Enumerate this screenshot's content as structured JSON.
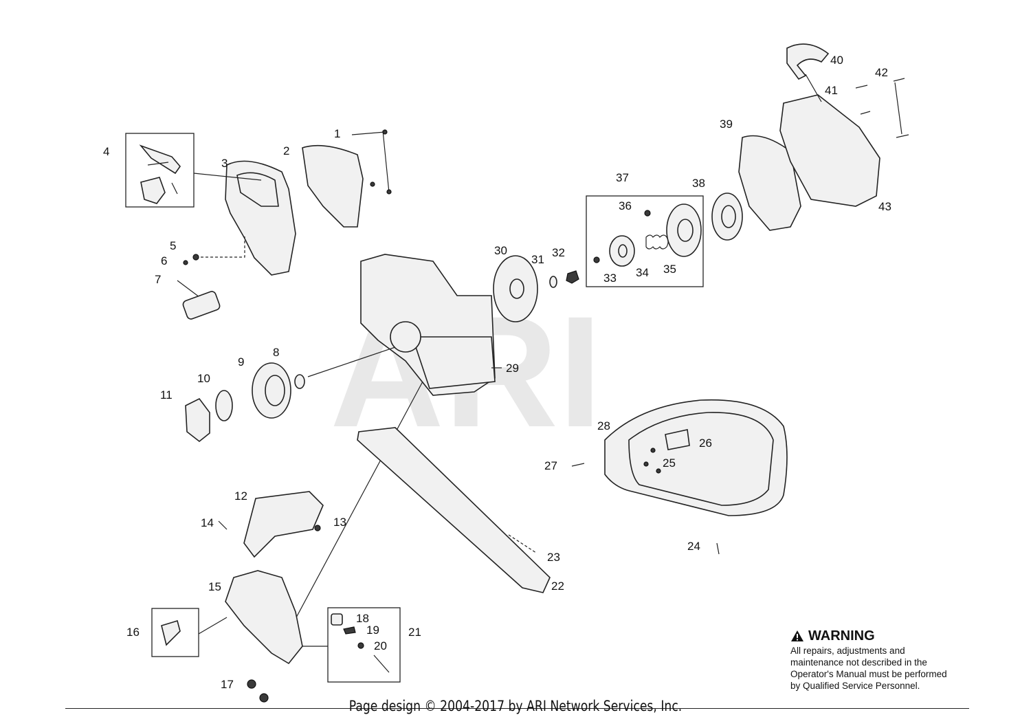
{
  "watermark": "ARI",
  "callouts": [
    "1",
    "2",
    "3",
    "4",
    "5",
    "6",
    "7",
    "8",
    "9",
    "10",
    "11",
    "12",
    "13",
    "14",
    "15",
    "16",
    "17",
    "18",
    "19",
    "20",
    "21",
    "22",
    "23",
    "24",
    "25",
    "26",
    "27",
    "28",
    "29",
    "30",
    "31",
    "32",
    "33",
    "34",
    "35",
    "36",
    "37",
    "38",
    "39",
    "40",
    "41",
    "42",
    "43"
  ],
  "warning": {
    "icon": "warning-triangle-icon",
    "title": "WARNING",
    "body": "All repairs, adjustments and maintenance not described in the Operator's Manual must be performed by Qualified Service Personnel."
  },
  "footer": "Page design © 2004-2017 by ARI Network Services, Inc."
}
